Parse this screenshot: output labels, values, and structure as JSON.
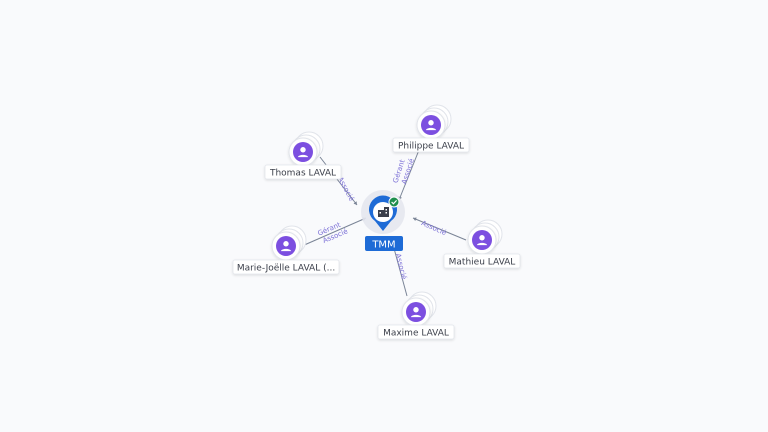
{
  "center": {
    "name": "TMM",
    "icon": "building-icon",
    "status_icon": "check-icon",
    "colors": {
      "pin": "#1e6bd6",
      "badge": "#1e6bd6",
      "status": "#1f8f4e"
    }
  },
  "people_icon": "person-icon",
  "person_color": "#7c4fe0",
  "people": [
    {
      "id": "thomas",
      "name": "Thomas LAVAL",
      "roles": [
        "Associé"
      ]
    },
    {
      "id": "philippe",
      "name": "Philippe LAVAL",
      "roles": [
        "Gérant",
        "Associé"
      ]
    },
    {
      "id": "marie",
      "name": "Marie-Joëlle LAVAL (...",
      "roles": [
        "Gérant",
        "Associé"
      ]
    },
    {
      "id": "mathieu",
      "name": "Mathieu LAVAL",
      "roles": [
        "Associé"
      ]
    },
    {
      "id": "maxime",
      "name": "Maxime LAVAL",
      "roles": [
        "Associé"
      ]
    }
  ]
}
